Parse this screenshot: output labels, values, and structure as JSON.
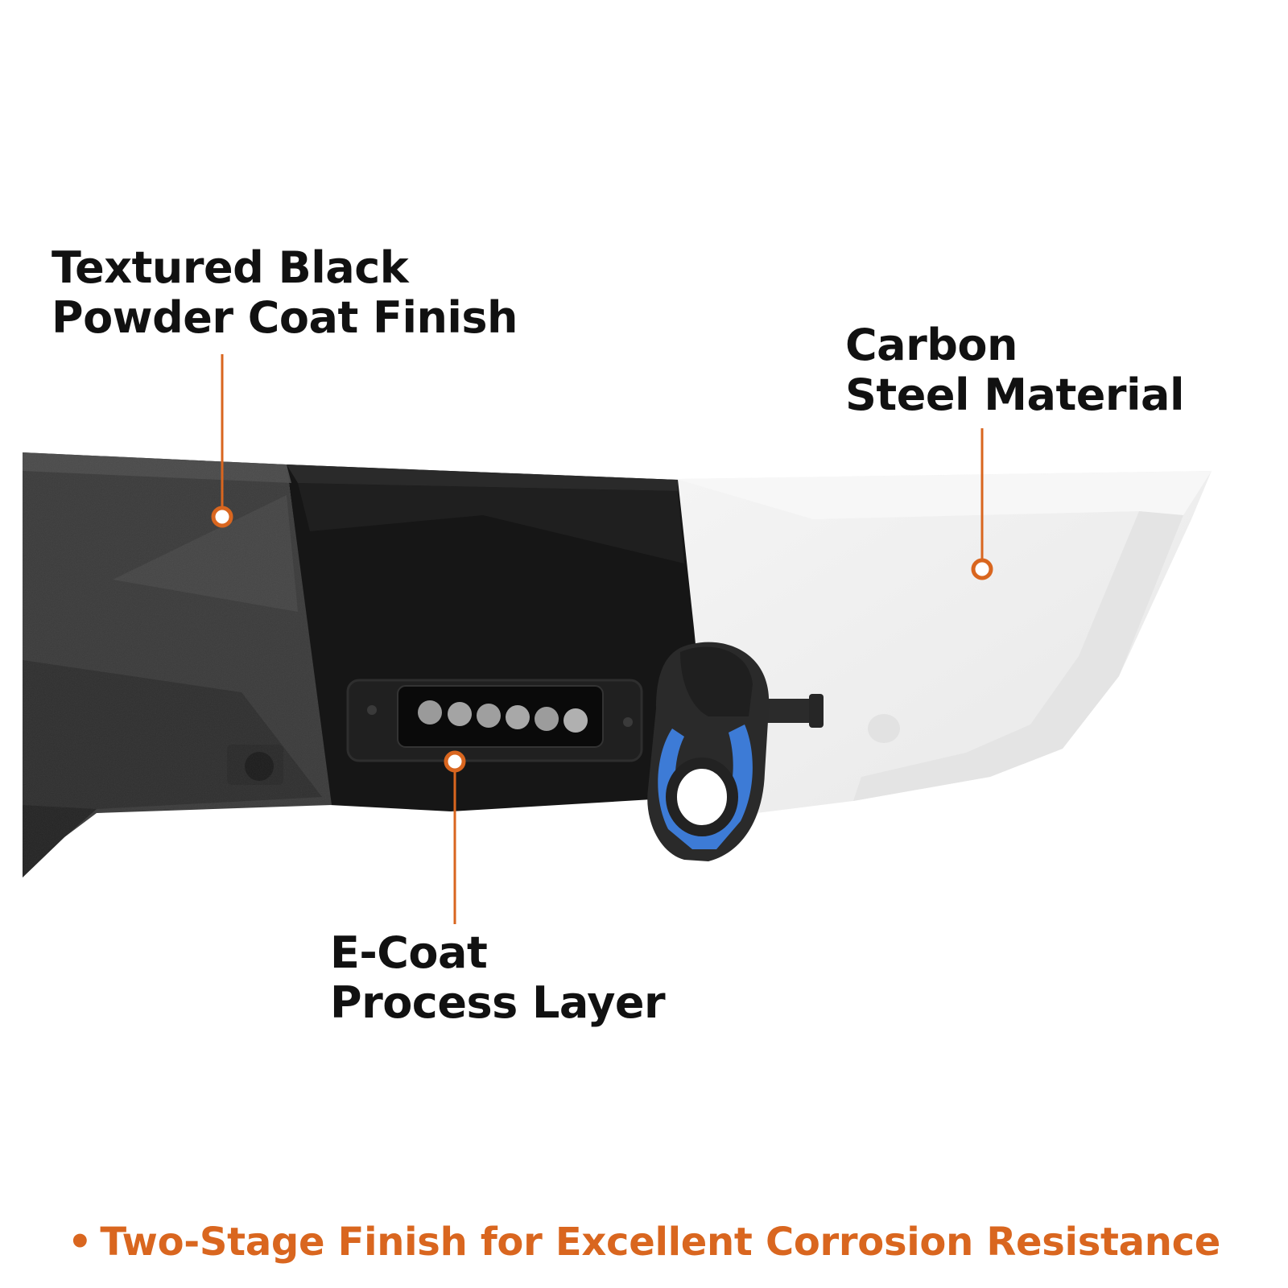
{
  "callouts": {
    "powder_coat": {
      "line1": "Textured Black",
      "line2": "Powder Coat Finish"
    },
    "carbon_steel": {
      "line1": "Carbon",
      "line2": "Steel Material"
    },
    "e_coat": {
      "line1": "E-Coat",
      "line2": "Process Layer"
    }
  },
  "tagline": {
    "bullet": "•",
    "text": "Two-Stage Finish for Excellent Corrosion Resistance"
  },
  "colors": {
    "accent": "#D9661F",
    "text": "#111111",
    "shackle_blue": "#3D7BD6",
    "powder_black": "#3a3a3a",
    "ecoat_black": "#161616",
    "bare_steel": "#efefef"
  }
}
